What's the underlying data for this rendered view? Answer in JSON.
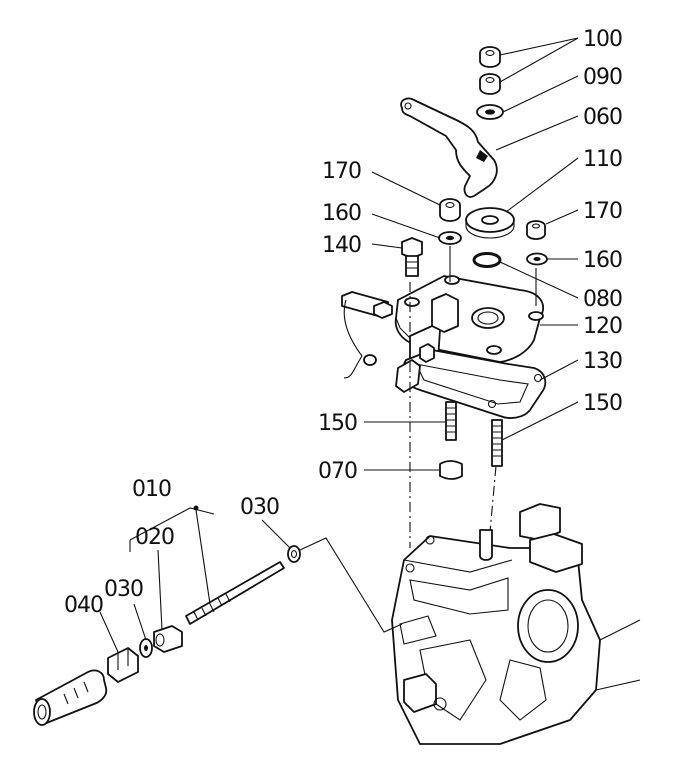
{
  "callouts": {
    "c100": "100",
    "c090": "090",
    "c060": "060",
    "c110": "110",
    "c170a": "170",
    "c170b": "170",
    "c160a": "160",
    "c160b": "160",
    "c140": "140",
    "c080": "080",
    "c120": "120",
    "c130": "130",
    "c150a": "150",
    "c150b": "150",
    "c070": "070",
    "c010": "010",
    "c020": "020",
    "c030a": "030",
    "c030b": "030",
    "c040": "040"
  }
}
